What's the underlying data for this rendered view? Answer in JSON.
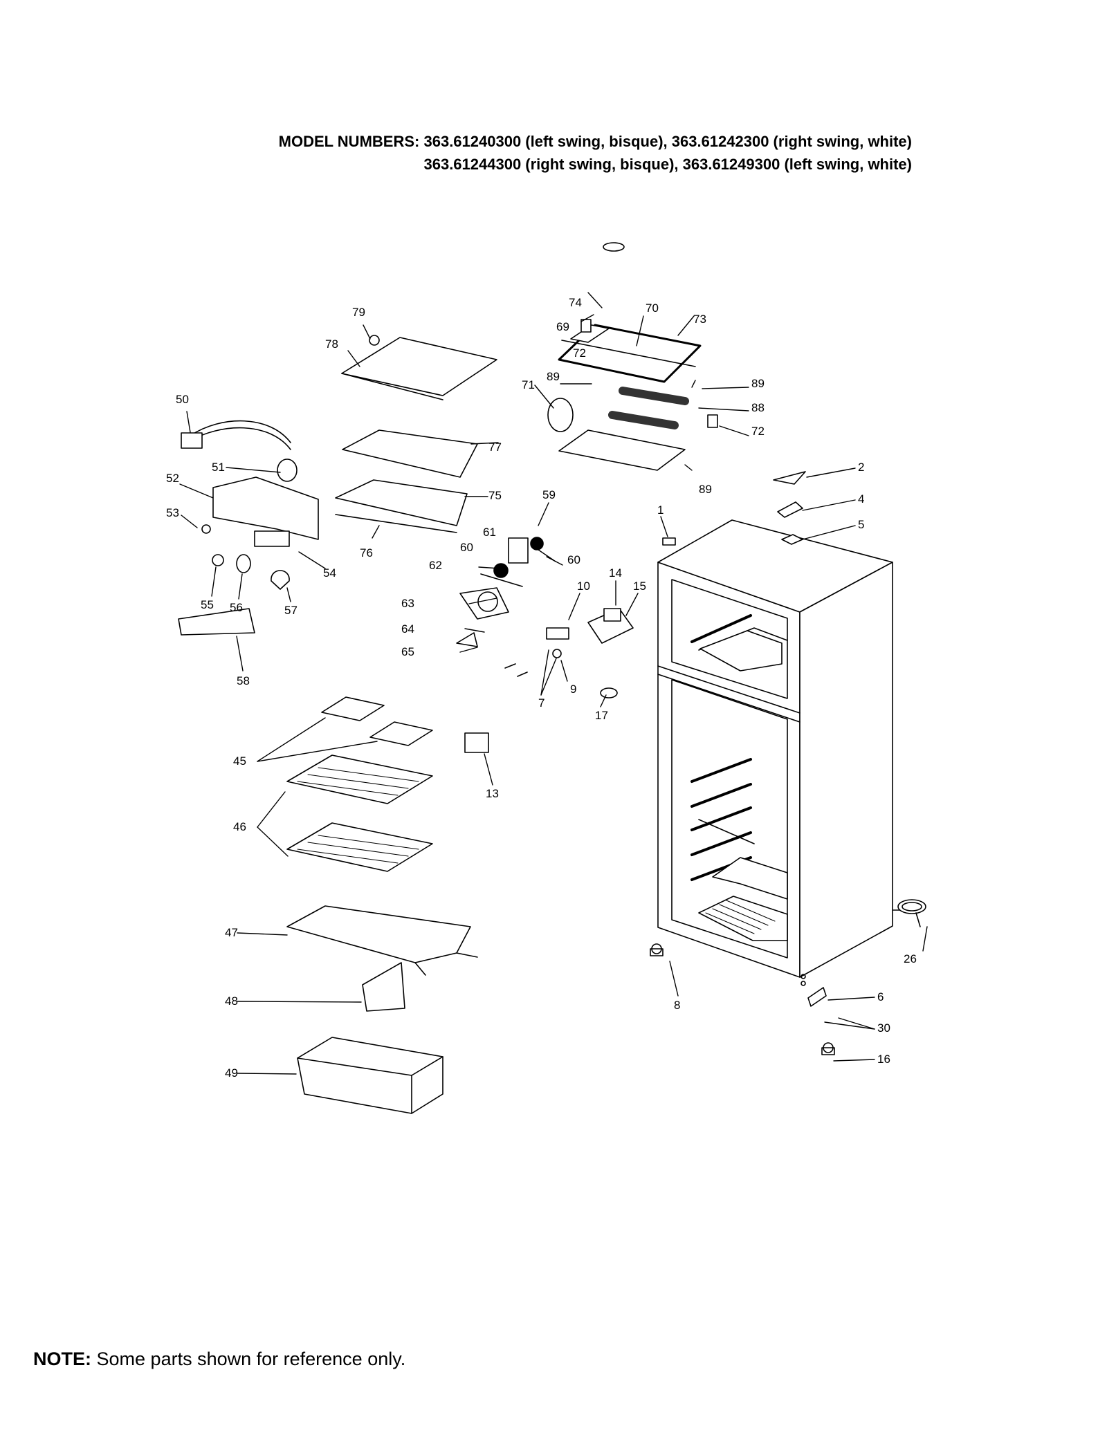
{
  "header": {
    "line1_label": "MODEL NUMBERS:",
    "line1_text": "363.61240300 (left swing, bisque), 363.61242300 (right swing, white)",
    "line2_text": "363.61244300 (right swing, bisque), 363.61249300 (left swing, white)"
  },
  "callouts": [
    "1",
    "2",
    "4",
    "5",
    "6",
    "7",
    "8",
    "9",
    "10",
    "13",
    "14",
    "15",
    "16",
    "17",
    "26",
    "30",
    "45",
    "46",
    "47",
    "48",
    "49",
    "50",
    "51",
    "52",
    "53",
    "54",
    "55",
    "56",
    "57",
    "58",
    "59",
    "60",
    "61",
    "62",
    "63",
    "64",
    "65",
    "69",
    "70",
    "71",
    "72",
    "73",
    "74",
    "75",
    "76",
    "77",
    "78",
    "79",
    "88",
    "89"
  ],
  "note": {
    "label": "NOTE:",
    "text": "Some parts shown for reference only."
  },
  "colors": {
    "ink": "#000000",
    "paper": "#ffffff"
  }
}
